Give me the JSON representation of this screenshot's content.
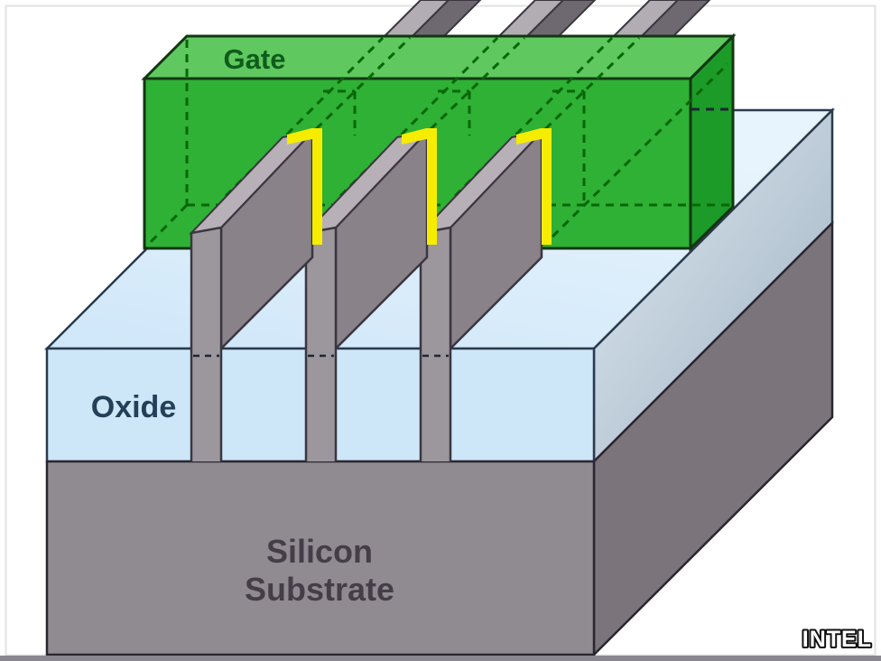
{
  "figure": {
    "type": "3d-structure-diagram",
    "subject": "Tri-gate transistor: gate straddling three silicon fins on oxide over silicon substrate",
    "labels": {
      "gate": "Gate",
      "oxide": "Oxide",
      "substrate_line1": "Silicon",
      "substrate_line2": "Substrate",
      "watermark": "INTEL"
    },
    "colors": {
      "gate_front": "#2eb135",
      "gate_top": "#5fc95f",
      "gate_side": "#1d9b28",
      "gate_outline": "#113611",
      "gate_dash": "#056605",
      "gate_text": "#0f5c1b",
      "oxide_front": "#cde7f8",
      "oxide_top_light": "#e8f4fd",
      "oxide_top": "#cfe7f9",
      "oxide_side_light": "#dfeaf2",
      "oxide_side_dark": "#9fb1c1",
      "oxide_outline": "#2b3a4e",
      "oxide_text": "#234058",
      "fin_side": "#898389",
      "fin_front": "#9c969d",
      "fin_top": "#b7b1b7",
      "fin_above_top": "#b2adb3",
      "fin_above_side": "#6e6970",
      "fin_outline": "#3b3640",
      "substrate_front": "#908b91",
      "substrate_side": "#7b747b",
      "substrate_outline": "#2a2630",
      "substrate_text": "#453e49",
      "highlight": "#f6ec00",
      "hidden_edge_dark": "#1c2633",
      "frame": "#e2e2e2",
      "bottom_strip": "#8a8791",
      "watermark_fill": "#ffffff",
      "watermark_outline": "#111111"
    }
  }
}
